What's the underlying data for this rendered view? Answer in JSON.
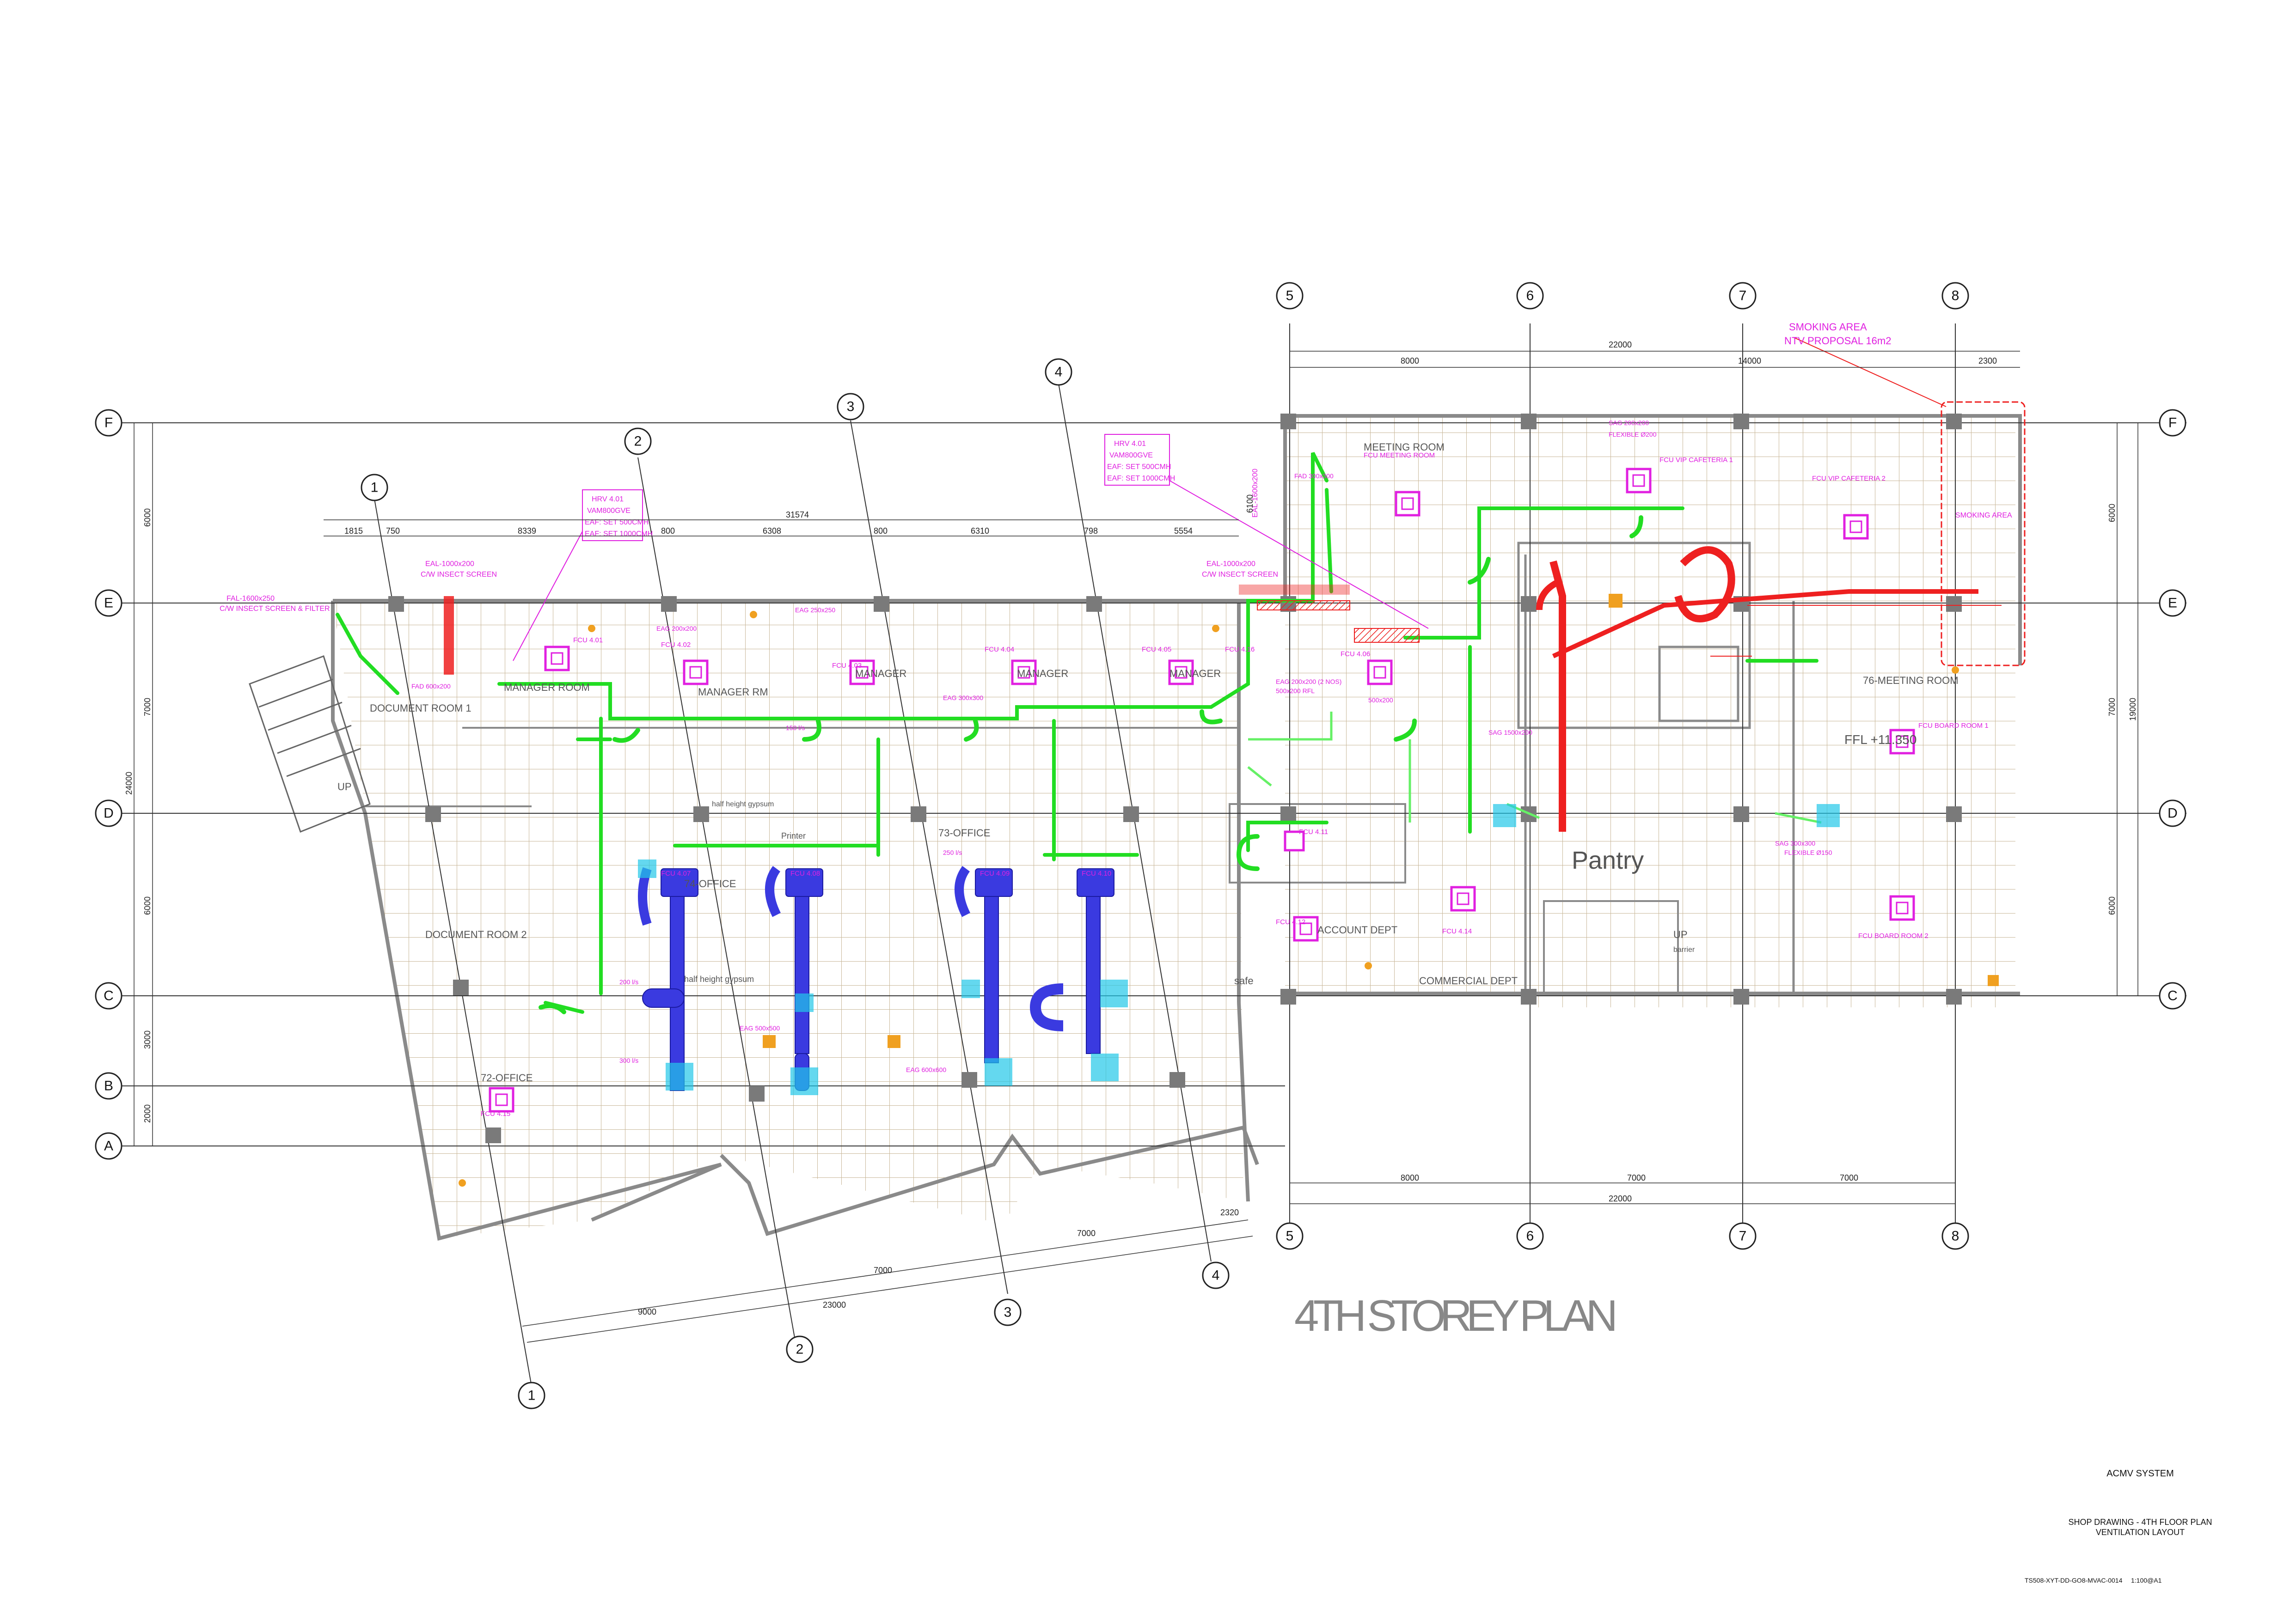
{
  "drawing": {
    "title": "4TH STOREY PLAN",
    "system": "ACMV SYSTEM",
    "sheet_title_line1": "SHOP DRAWING - 4TH FLOOR PLAN",
    "sheet_title_line2": "VENTILATION LAYOUT",
    "drawing_number": "TS508-XYT-DD-GO8-MVAC-0014",
    "scale": "1:100@A1"
  },
  "grid": {
    "letters": [
      "F",
      "E",
      "D",
      "C",
      "B",
      "A"
    ],
    "numbers_west": [
      "1",
      "2",
      "3",
      "4"
    ],
    "numbers_east": [
      "5",
      "6",
      "7",
      "8"
    ]
  },
  "dimensions": {
    "west_top": [
      "1815",
      "750",
      "8339",
      "800",
      "6308",
      "800",
      "6310",
      "798",
      "5554"
    ],
    "west_total": "31574",
    "west_left_vertical": [
      "6000",
      "7000",
      "6000",
      "3000",
      "2000"
    ],
    "west_left_total": "24000",
    "east_top_total": "22000",
    "east_top": [
      "8000",
      "14000",
      "2300"
    ],
    "east_bottom": [
      "8000",
      "7000",
      "7000"
    ],
    "east_bottom_total": "22000",
    "east_right_vertical": [
      "6000",
      "7000",
      "6000"
    ],
    "east_right_total": "19000",
    "skew_bottom": [
      "9000",
      "23000",
      "7000",
      "7000",
      "2320"
    ],
    "misc": [
      "6100"
    ]
  },
  "rooms": [
    "DOCUMENT ROOM 1",
    "MANAGER ROOM",
    "MANAGER RM",
    "MANAGER",
    "MANAGER",
    "MANAGER",
    "74-OFFICE",
    "73-OFFICE",
    "72-OFFICE",
    "DOCUMENT ROOM 2",
    "MEETING ROOM",
    "ACCOUNT DEPT",
    "COMMERCIAL DEPT",
    "Pantry",
    "76-MEETING ROOM",
    "FFL +11.350",
    "SMOKING AREA",
    "Printer",
    "safe",
    "UP",
    "UP",
    "barrier",
    "half height gypsum",
    "half height gypsum"
  ],
  "annotations": {
    "smoking_area": "SMOKING AREA",
    "ntv_proposal": "NTV PROPOSAL 16m2",
    "hrv_left": [
      "HRV 4.01",
      "VAM800GVE",
      "EAF: SET 500CMH",
      "EAF: SET 1000CMH"
    ],
    "hrv_right": [
      "HRV 4.01",
      "VAM800GVE",
      "EAF: SET 500CMH",
      "EAF: SET 1000CMH"
    ],
    "eal_left": [
      "EAL-1000x200",
      "C/W INSECT SCREEN"
    ],
    "eal_right": [
      "EAL-1000x200",
      "C/W INSECT SCREEN"
    ],
    "fal_west": [
      "FAL-1600x250",
      "C/W INSECT SCREEN & FILTER"
    ],
    "eal_vertical": "EAL-1600x200",
    "diffuser_tags": [
      "FCU 4.01",
      "FCU 4.02",
      "FCU 4.03",
      "FCU 4.04",
      "FCU 4.05",
      "FCU 4.06",
      "FCU 4.07",
      "FCU 4.08",
      "FCU 4.09",
      "FCU 4.10",
      "FCU 4.11",
      "FCU 4.12",
      "FCU MEETING ROOM",
      "FCU VIP CAFETERIA 1",
      "FCU VIP CAFETERIA 2",
      "FCU BOARD ROOM 1",
      "FCU BOARD ROOM 2",
      "FCU 4.14",
      "FCU 4.15",
      "FCU 4.16"
    ],
    "duct_tags": [
      "EAG 200x200",
      "EAG 250x250",
      "EAG 300x300",
      "EAG 600x600",
      "EAG 500x500",
      "SAG 200x200",
      "SAG 300x300",
      "FLEXIBLE Ø150",
      "FLEXIBLE Ø200",
      "FAD 300x300",
      "FAD 600x200",
      "EAG 200x200 (2 NOS)",
      "SAG 1500x200",
      "500x200",
      "150 l/s",
      "200 l/s",
      "250 l/s",
      "300 l/s",
      "500x200 RFL"
    ]
  },
  "colors": {
    "grid_line": "#333333",
    "ceiling_grid": "#c9b89a",
    "wall": "#8a8a8a",
    "column": "#7a7a7a",
    "supply_duct_green": "#22dd22",
    "supply_duct_light": "#66f066",
    "exhaust_duct_red": "#ee2020",
    "fcu_blue": "#3a3ae0",
    "fcu_cyan": "#22c8e8",
    "annotation_magenta": "#e020e0",
    "lamp_orange": "#f0a020"
  }
}
